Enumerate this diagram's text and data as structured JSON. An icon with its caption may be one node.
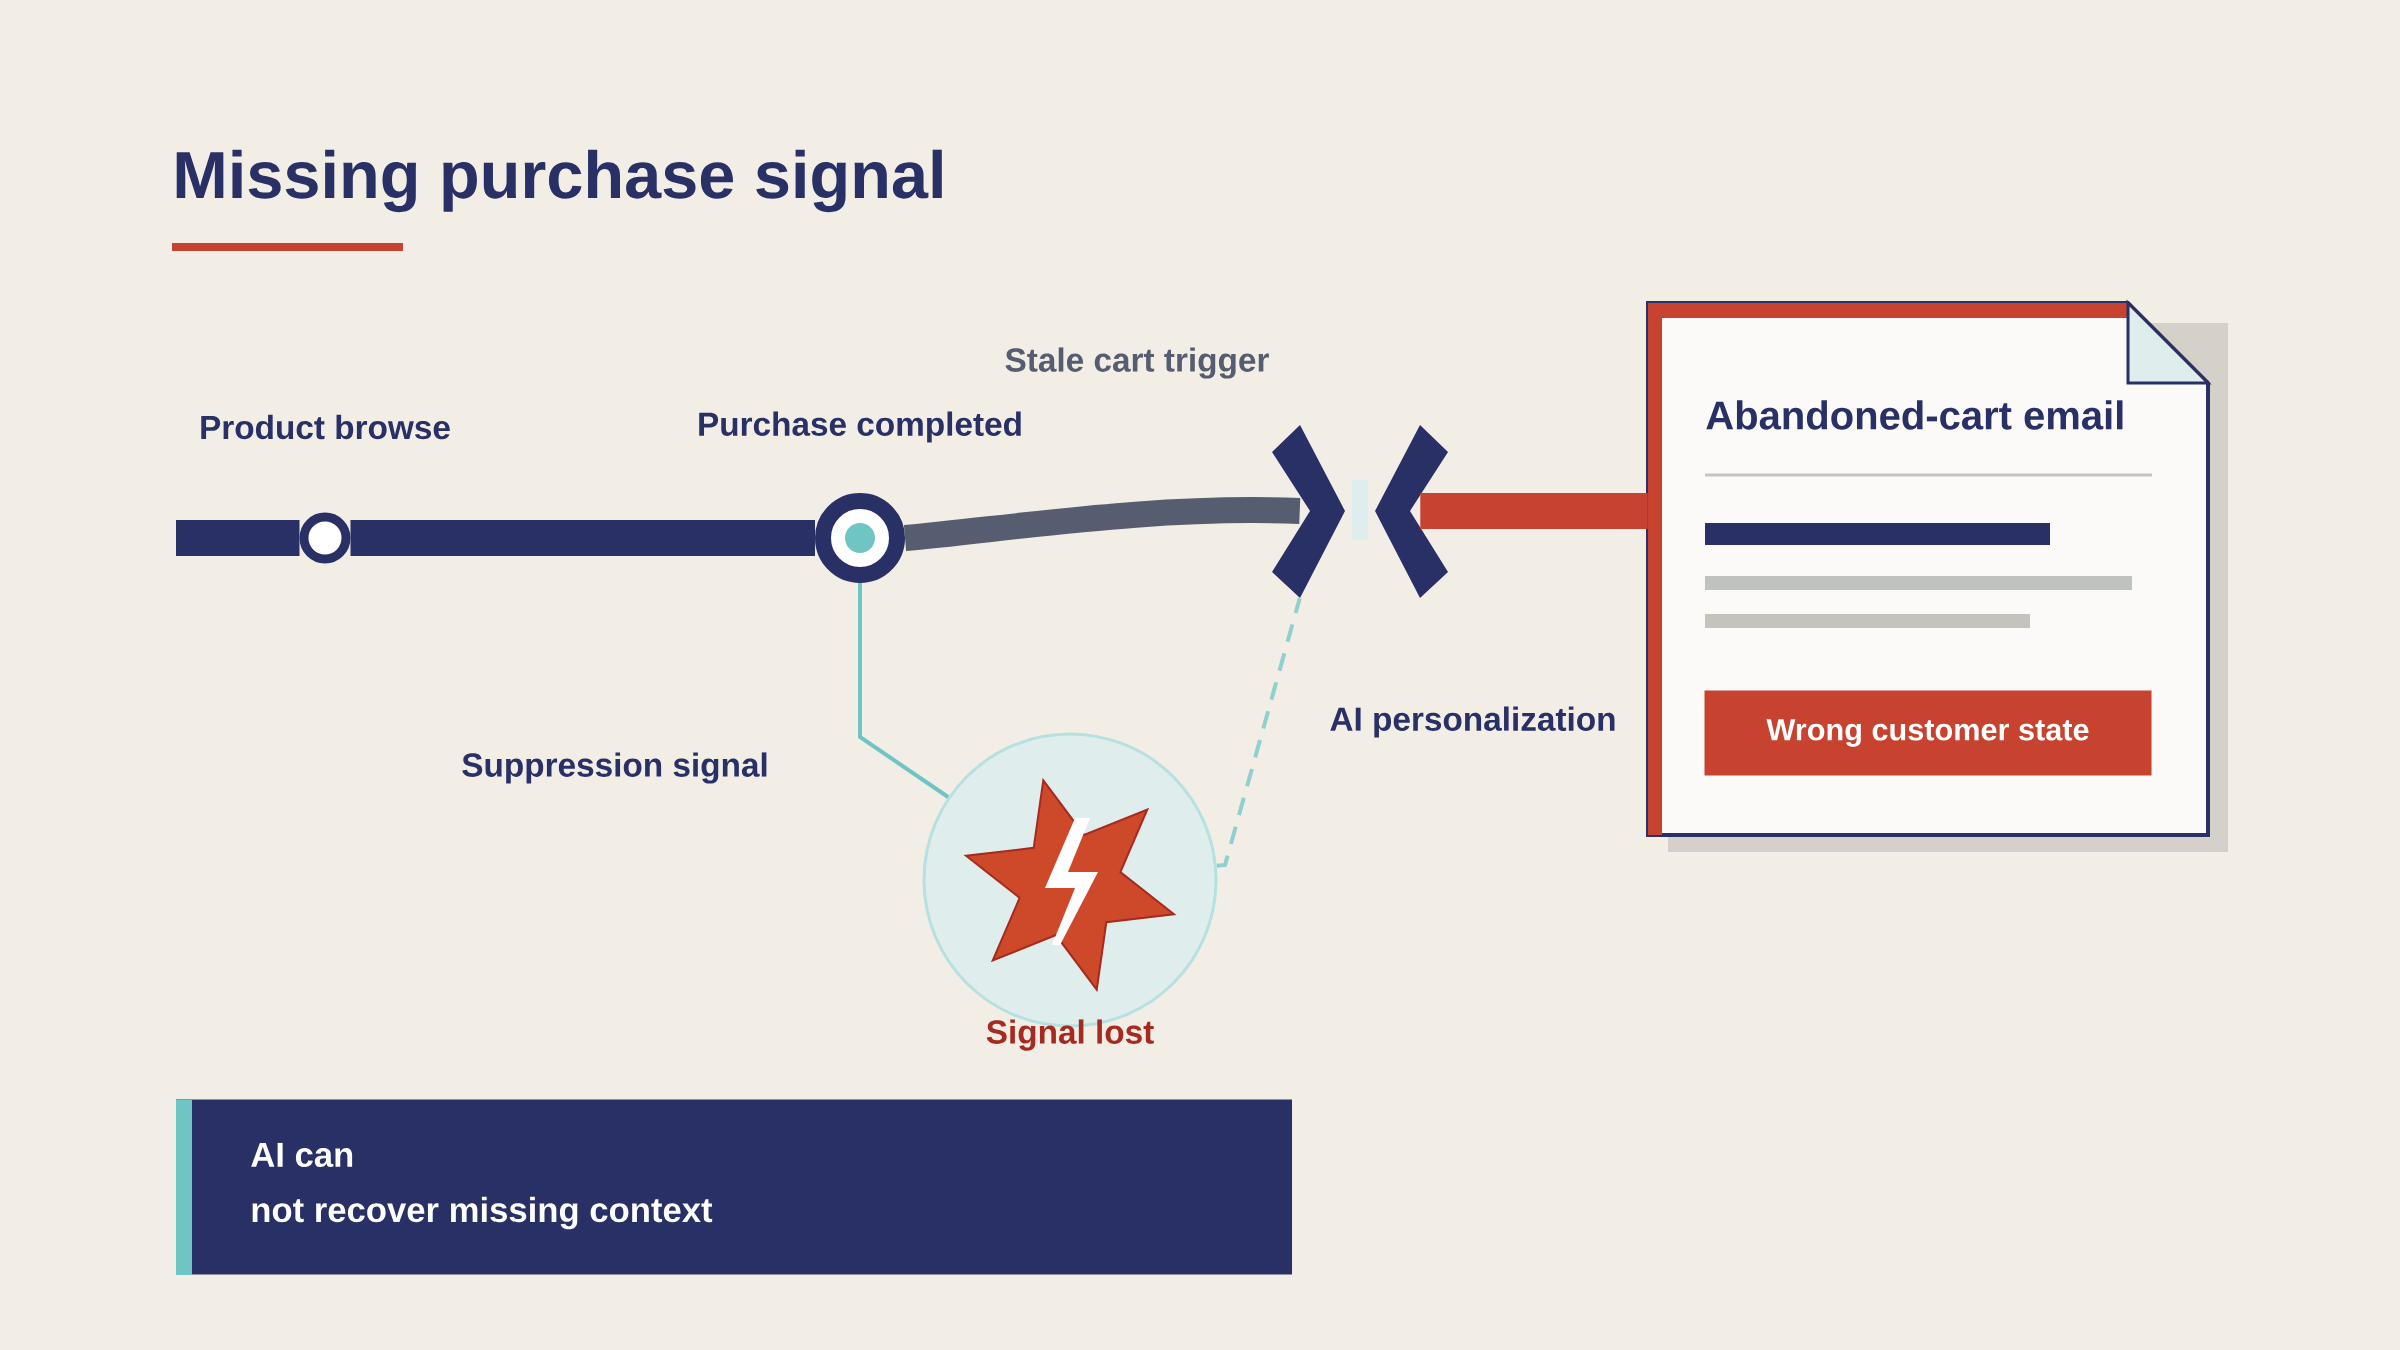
{
  "diagram": {
    "title": "Missing purchase signal",
    "nodes": [
      {
        "text": [
          "Product browse"
        ]
      },
      {
        "text": [
          "Purchase completed"
        ]
      },
      {
        "text": [],
        "shape": "bowtie"
      },
      {
        "text": [
          "Signal lost"
        ]
      },
      {
        "text": [
          "Abandoned-cart email"
        ]
      },
      {
        "text": [
          "Wrong customer state"
        ],
        "in": 4
      },
      {
        "text": [
          "AI can",
          "not recover missing context"
        ]
      }
    ],
    "edges": [
      {
        "from": null,
        "to": 0,
        "arrow": "none",
        "color": "#283066"
      },
      {
        "from": 0,
        "to": 1,
        "arrow": "none",
        "color": "#283066"
      },
      {
        "from": 1,
        "to": 2,
        "arrow": "none",
        "color": "#565d70",
        "label": "Stale cart trigger"
      },
      {
        "from": 2,
        "to": 4,
        "arrow": "none",
        "color": "#c8432f"
      },
      {
        "from": 1,
        "to": 3,
        "arrow": "none",
        "color": "#6fc4c4",
        "label": "Suppression signal"
      },
      {
        "from": 3,
        "to": 2,
        "arrow": "none",
        "style": "dashed",
        "color": "#8fd0d0",
        "label": "AI personalization"
      }
    ]
  }
}
